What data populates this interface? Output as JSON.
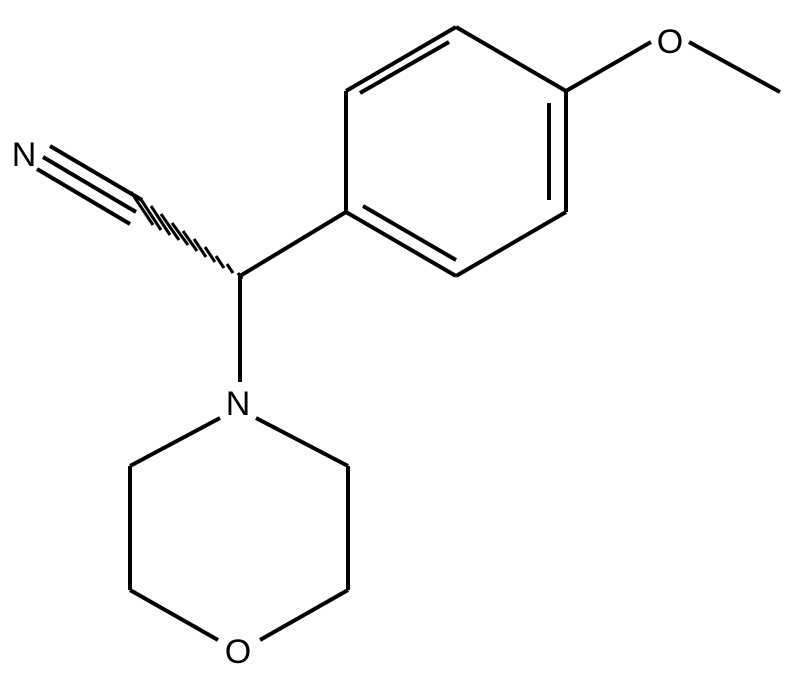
{
  "molecule": {
    "atoms": {
      "nitrile_n": "N",
      "methoxy_o": "O",
      "amine_n": "N",
      "ring_o": "O"
    },
    "colors": {
      "bond": "#000000",
      "background": "#ffffff"
    }
  }
}
